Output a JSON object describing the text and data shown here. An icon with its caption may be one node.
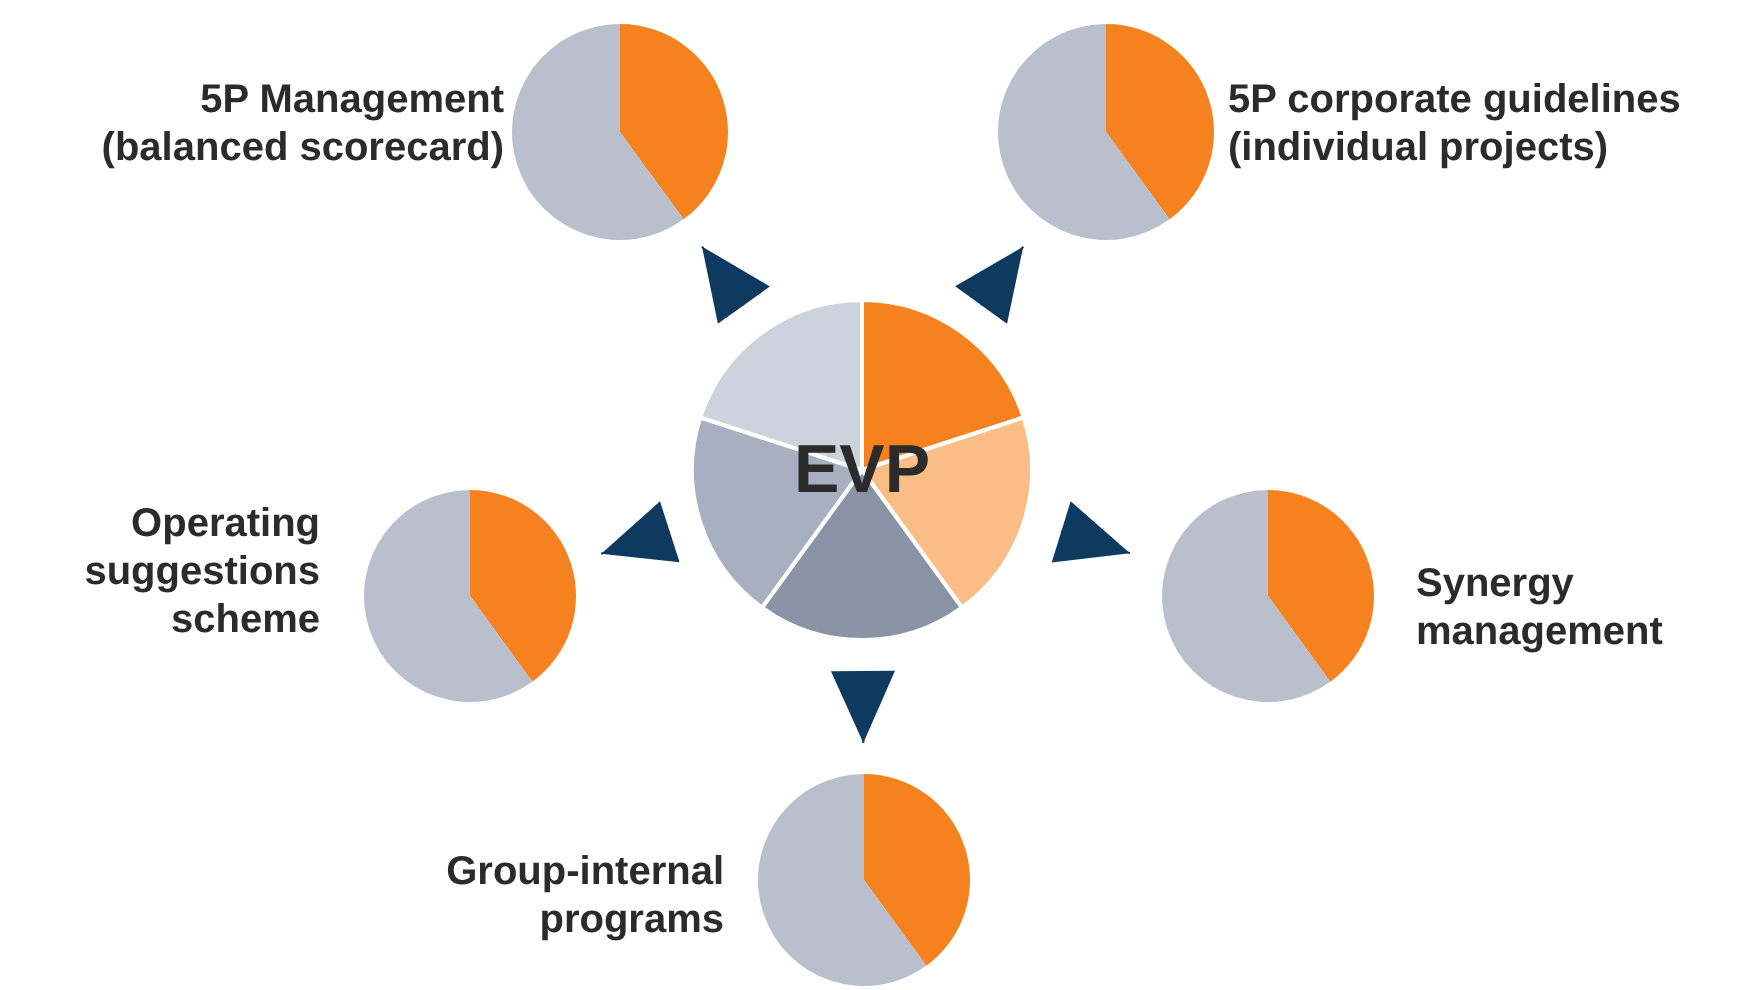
{
  "diagram": {
    "nodes": [
      {
        "text": [
          "EVP"
        ]
      },
      {
        "text": [
          "5P Management (balanced scorecard)"
        ]
      },
      {
        "text": [
          "5P corporate guidelines (individual projects)"
        ]
      },
      {
        "text": [
          "Operating suggestions scheme"
        ]
      },
      {
        "text": [
          "Synergy management"
        ]
      },
      {
        "text": [
          "Group-internal programs"
        ]
      }
    ],
    "edges": [
      {
        "from": 0,
        "to": 1,
        "arrow": "to"
      },
      {
        "from": 0,
        "to": 2,
        "arrow": "to"
      },
      {
        "from": 0,
        "to": 3,
        "arrow": "to"
      },
      {
        "from": 0,
        "to": 4,
        "arrow": "to"
      },
      {
        "from": 0,
        "to": 5,
        "arrow": "to"
      }
    ]
  }
}
